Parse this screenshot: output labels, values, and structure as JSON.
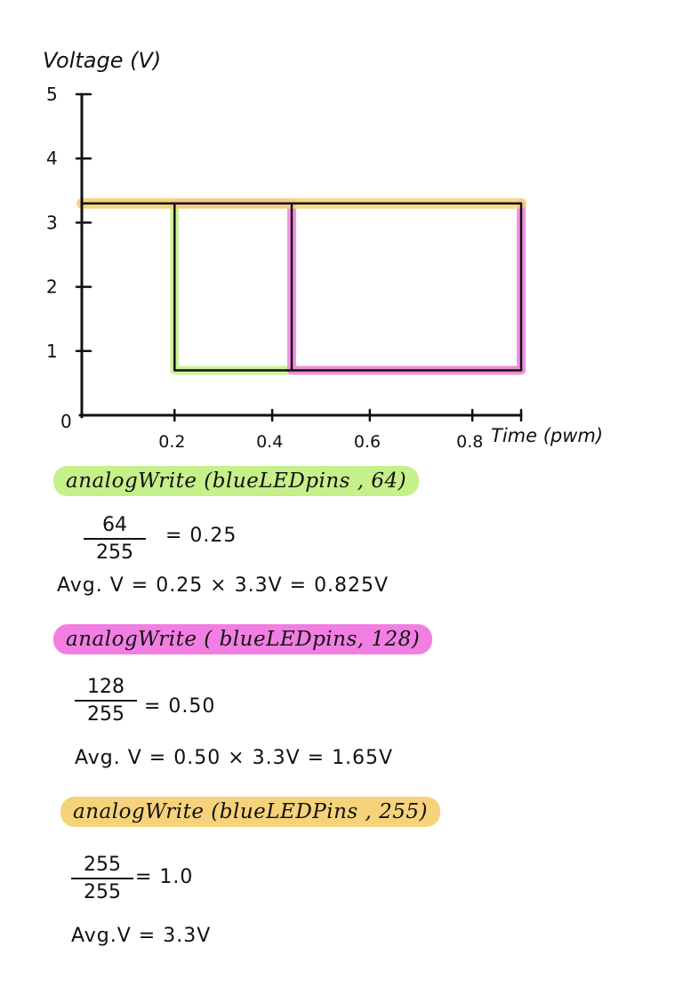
{
  "chart_data": {
    "type": "line",
    "ylabel": "Voltage (V)",
    "xlabel": "Time (pwm)",
    "y_ticks": [
      "0",
      "1",
      "2",
      "3",
      "4",
      "5"
    ],
    "x_ticks": [
      "0.2",
      "0.4",
      "0.6",
      "0.8"
    ],
    "xlim": [
      0,
      0.9
    ],
    "ylim": [
      0,
      5
    ],
    "series": [
      {
        "name": "analogWrite (blueLEDpins, 64)",
        "color": "#c6f08a",
        "x": [
          0,
          0.19,
          0.19,
          0.9
        ],
        "y": [
          3.3,
          3.3,
          0.7,
          0.7
        ]
      },
      {
        "name": "analogWrite (blueLEDpins, 128)",
        "color": "#f27ee3",
        "x": [
          0.19,
          0.43,
          0.43,
          0.9,
          0.9
        ],
        "y": [
          3.3,
          3.3,
          0.7,
          0.7,
          3.3
        ]
      },
      {
        "name": "analogWrite (blueLEDpins, 255)",
        "color": "#f6d27a",
        "x": [
          0,
          0.9
        ],
        "y": [
          3.3,
          3.3
        ]
      }
    ],
    "black_outline": {
      "x": [
        0,
        0.9,
        0.9,
        0.19,
        0.19
      ],
      "y": [
        3.3,
        3.3,
        0.7,
        0.7,
        3.3
      ],
      "divider_x": 0.43
    }
  },
  "notes": [
    {
      "code": "analogWrite (blueLEDpins , 64)",
      "highlight": "#c6f08a",
      "frac_num": "64",
      "frac_den": "255",
      "frac_result": "= 0.25",
      "avg": "Avg. V  = 0.25 × 3.3V = 0.825V"
    },
    {
      "code": "analogWrite ( blueLEDpins, 128)",
      "highlight": "#f27ee3",
      "frac_num": "128",
      "frac_den": "255",
      "frac_result": "= 0.50",
      "avg": "Avg. V  = 0.50 × 3.3V = 1.65V"
    },
    {
      "code": "analogWrite (blueLEDPins , 255)",
      "highlight": "#f6d27a",
      "frac_num": "255",
      "frac_den": "255",
      "frac_result": "= 1.0",
      "avg": "Avg.V  =  3.3V"
    }
  ]
}
